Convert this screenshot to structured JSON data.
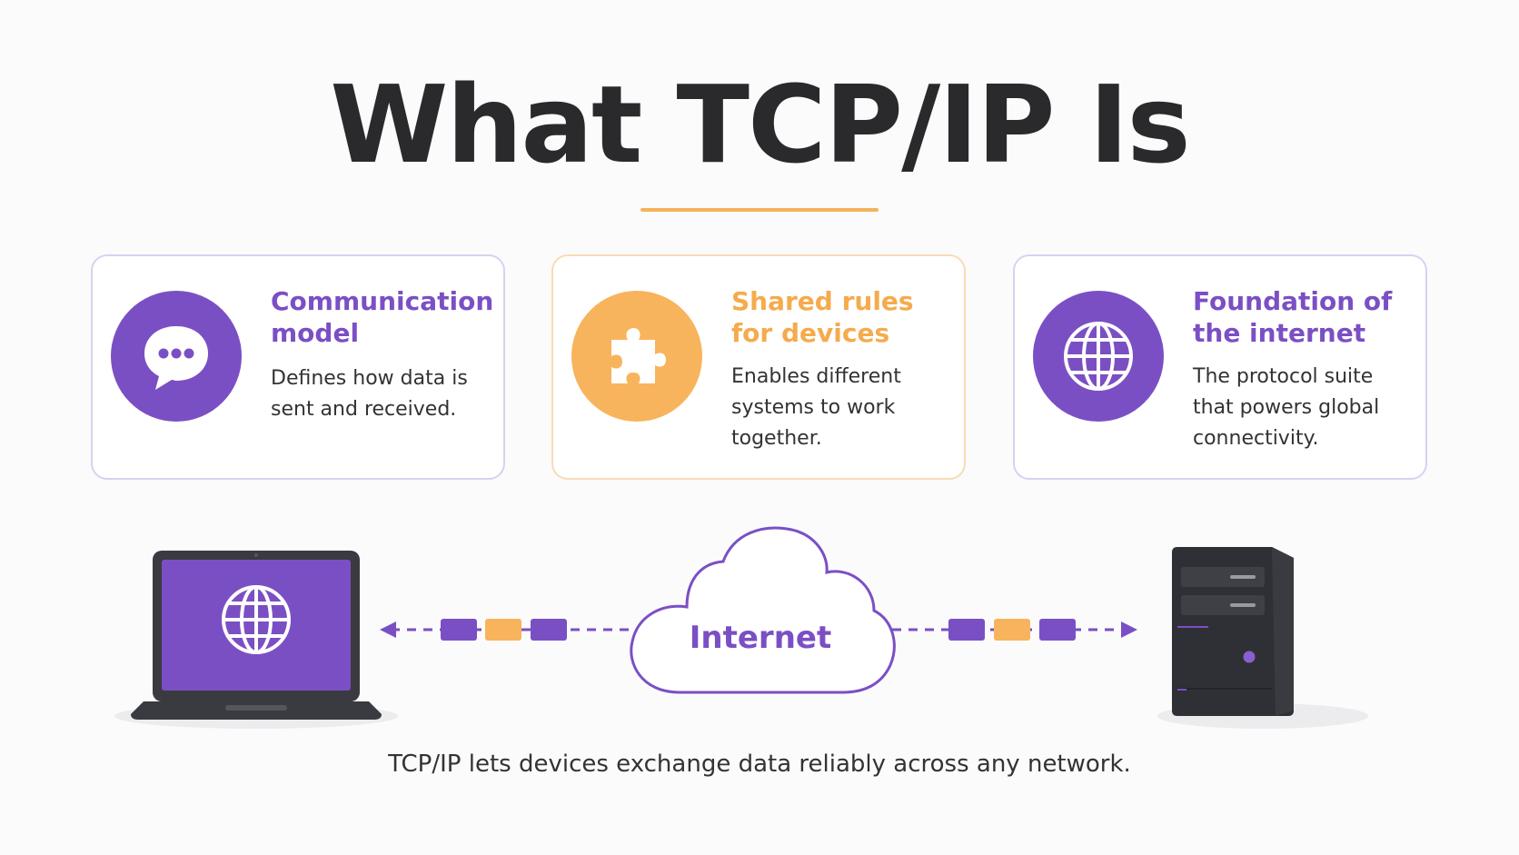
{
  "title": "What TCP/IP Is",
  "colors": {
    "purple": "#7b4fc4",
    "orange": "#f8b45c",
    "dark": "#2a2a2d"
  },
  "cards": [
    {
      "icon": "chat-bubble-icon",
      "heading": "Communication model",
      "body": "Defines how data is sent and received."
    },
    {
      "icon": "puzzle-piece-icon",
      "heading": "Shared rules for devices",
      "body": "Enables different systems to work together."
    },
    {
      "icon": "globe-icon",
      "heading": "Foundation of the internet",
      "body": "The protocol suite that powers global connectivity."
    }
  ],
  "diagram": {
    "left_device": "laptop-icon",
    "right_device": "server-icon",
    "cloud_label": "Internet"
  },
  "caption": "TCP/IP lets devices exchange data reliably across any network."
}
